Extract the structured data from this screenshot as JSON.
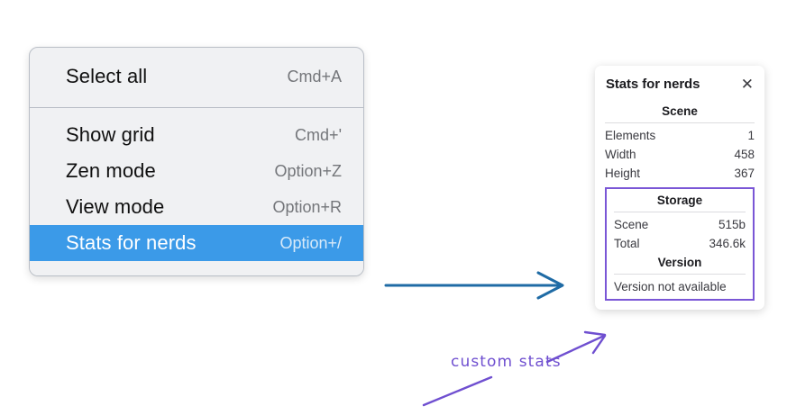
{
  "context_menu": {
    "name": "canvas-context-menu",
    "groups": [
      {
        "items": [
          {
            "label": "Select all",
            "shortcut": "Cmd+A",
            "selected": false
          }
        ]
      },
      {
        "items": [
          {
            "label": "Show grid",
            "shortcut": "Cmd+'",
            "selected": false
          },
          {
            "label": "Zen mode",
            "shortcut": "Option+Z",
            "selected": false
          },
          {
            "label": "View mode",
            "shortcut": "Option+R",
            "selected": false
          },
          {
            "label": "Stats for nerds",
            "shortcut": "Option+/",
            "selected": true
          }
        ]
      }
    ],
    "items_flat": [
      {
        "label": "Select all",
        "shortcut": "Cmd+A"
      },
      {
        "label": "Show grid",
        "shortcut": "Cmd+'"
      },
      {
        "label": "Zen mode",
        "shortcut": "Option+Z"
      },
      {
        "label": "View mode",
        "shortcut": "Option+R"
      },
      {
        "label": "Stats for nerds",
        "shortcut": "Option+/"
      }
    ]
  },
  "stats_panel": {
    "title": "Stats for nerds",
    "close_icon": "✕",
    "sections": {
      "scene": {
        "heading": "Scene",
        "rows": [
          {
            "key": "Elements",
            "value": "1"
          },
          {
            "key": "Width",
            "value": "458"
          },
          {
            "key": "Height",
            "value": "367"
          }
        ]
      },
      "storage": {
        "heading": "Storage",
        "rows": [
          {
            "key": "Scene",
            "value": "515b"
          },
          {
            "key": "Total",
            "value": "346.6k"
          }
        ]
      },
      "version": {
        "heading": "Version",
        "text": "Version not available"
      }
    }
  },
  "annotations": {
    "custom_stats_label": "custom stats",
    "blue_arrow_name": "blue-flow-arrow",
    "purple_arrow_name": "purple-pointer-arrow",
    "purple_underline_name": "purple-underline-stroke"
  },
  "colors": {
    "menu_background": "#f0f1f3",
    "menu_border": "#b9bec6",
    "selection_blue": "#3b9ae8",
    "annotation_purple": "#6f4fd0",
    "highlight_box_purple": "#7a56d6",
    "arrow_blue": "#1f6ba5",
    "panel_background": "#ffffff",
    "text_primary": "#101010",
    "text_secondary": "#74767a"
  }
}
